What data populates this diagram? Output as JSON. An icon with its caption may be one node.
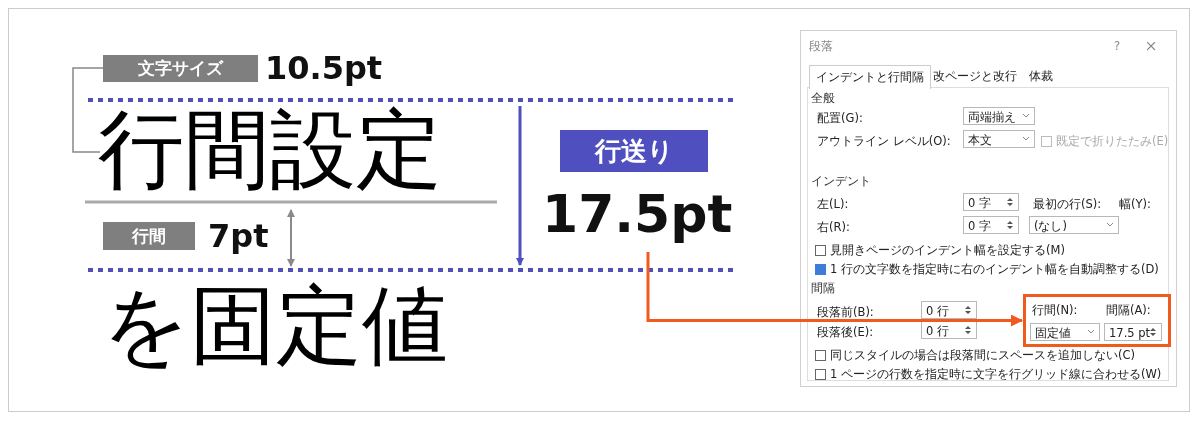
{
  "diagram": {
    "nodes": [
      {
        "text": [
          "行送り",
          "17.5pt"
        ]
      },
      {
        "text": [
          "段落",
          "?",
          "インデントと行間隔",
          "改ページと改行",
          "体裁",
          "全般",
          "配置(G):",
          "両端揃え",
          "アウトライン レベル(O):",
          "本文",
          "既定で折りたたみ(E)",
          "インデント",
          "左(L):",
          "0 字",
          "最初の行(S):",
          "幅(Y):",
          "右(R):",
          "0 字",
          "(なし)",
          "見開きページのインデント幅を設定する(M)",
          "1 行の文字数を指定時に右のインデント幅を自動調整する(D)",
          "間隔",
          "段落前(B):",
          "0 行",
          "段落後(E):",
          "0 行",
          "同じスタイルの場合は段落間にスペースを追加しない(C)",
          "1 ページの行数を指定時に文字を行グリッド線に合わせる(W)"
        ]
      },
      {
        "text": [
          "行間(N):",
          "固定値",
          "間隔(A):",
          "17.5 pt"
        ],
        "in": 1
      }
    ],
    "edges": [
      {
        "from": 0,
        "to": 2,
        "arrow": "to",
        "color": "#f05a1e"
      }
    ],
    "labels": [
      "文字サイズ",
      "10.5pt",
      "行間設定",
      "行間",
      "7pt",
      "を固定値"
    ]
  }
}
